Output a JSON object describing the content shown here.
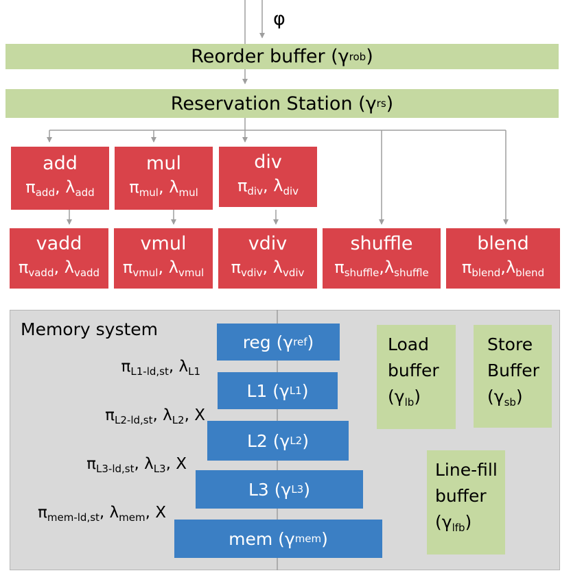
{
  "input": {
    "phi": "φ"
  },
  "rob": {
    "label": "Reorder buffer (γ",
    "sub": "rob",
    "close": ")"
  },
  "rs": {
    "label": "Reservation Station (γ",
    "sub": "rs",
    "close": ")"
  },
  "scalar_units": [
    {
      "name": "add",
      "p": "π",
      "p_sub": "add",
      "sep": ", ",
      "l": "λ",
      "l_sub": "add"
    },
    {
      "name": "mul",
      "p": "π",
      "p_sub": "mul",
      "sep": ", ",
      "l": "λ",
      "l_sub": "mul"
    },
    {
      "name": "div",
      "p": "π",
      "p_sub": "div",
      "sep": ", ",
      "l": "λ",
      "l_sub": "div"
    }
  ],
  "vector_units": [
    {
      "name": "vadd",
      "p": "π",
      "p_sub": "vadd",
      "sep": ", ",
      "l": "λ",
      "l_sub": "vadd"
    },
    {
      "name": "vmul",
      "p": "π",
      "p_sub": "vmul",
      "sep": ", ",
      "l": "λ",
      "l_sub": "vmul"
    },
    {
      "name": "vdiv",
      "p": "π",
      "p_sub": "vdiv",
      "sep": ", ",
      "l": "λ",
      "l_sub": "vdiv"
    },
    {
      "name": "shuffle",
      "p": "π",
      "p_sub": "shuffle",
      "sep": ",",
      "l": "λ",
      "l_sub": "shuffle"
    },
    {
      "name": "blend",
      "p": "π",
      "p_sub": "blend",
      "sep": ",",
      "l": "λ",
      "l_sub": "blend"
    }
  ],
  "memory": {
    "title": "Memory system",
    "levels": [
      {
        "name": "reg (γ",
        "sub": "ref",
        "close": ")"
      },
      {
        "name": "L1 (γ",
        "sub": "L1",
        "close": ")"
      },
      {
        "name": "L2 (γ",
        "sub": "L2",
        "close": ")"
      },
      {
        "name": "L3 (γ",
        "sub": "L3",
        "close": ")"
      },
      {
        "name": "mem (γ",
        "sub": "mem",
        "close": ")"
      }
    ],
    "params": [
      {
        "p": "π",
        "p_sub": "L1-ld,st",
        "mid": ", λ",
        "l_sub": "L1",
        "tail": ""
      },
      {
        "p": "π",
        "p_sub": "L2-ld,st",
        "mid": ", λ",
        "l_sub": "L2",
        "tail": ", X"
      },
      {
        "p": "π",
        "p_sub": "L3-ld,st",
        "mid": ", λ",
        "l_sub": "L3",
        "tail": ", X"
      },
      {
        "p": "π",
        "p_sub": "mem-ld,st",
        "mid": ", λ",
        "l_sub": "mem",
        "tail": ", X"
      }
    ],
    "load_buffer": {
      "l1": "Load",
      "l2": "buffer",
      "l3": "(γ",
      "sub": "lb",
      "close": ")"
    },
    "store_buffer": {
      "l1": "Store",
      "l2": "Buffer",
      "l3": "(γ",
      "sub": "sb",
      "close": ")"
    },
    "linefill_buffer": {
      "l1": "Line-fill",
      "l2": "buffer",
      "l3": "(γ",
      "sub": "lfb",
      "close": ")"
    }
  },
  "colors": {
    "green": "#c5d9a1",
    "red": "#d9434a",
    "blue": "#3b7fc4",
    "panel": "#d9d9d9",
    "line": "#9e9e9e"
  }
}
